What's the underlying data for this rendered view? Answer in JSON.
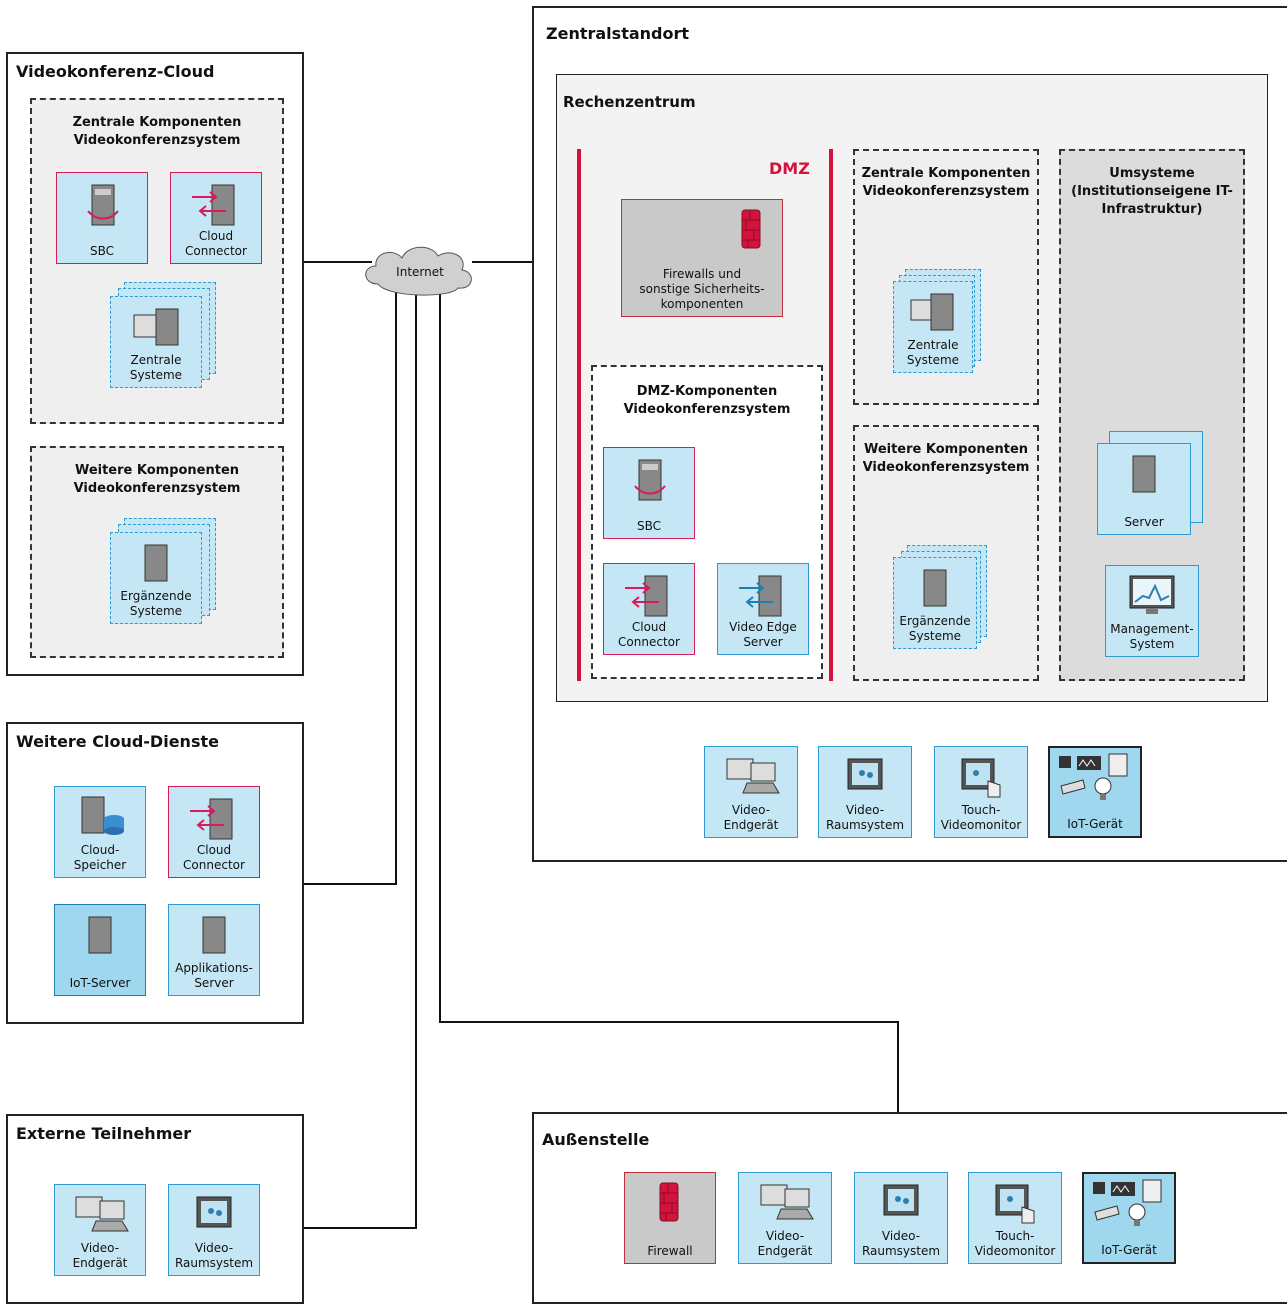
{
  "cloud": {
    "title": "Videokonferenz-Cloud",
    "central": {
      "title": "Zentrale Komponenten\nVideokonferenzsystem",
      "sbc": "SBC",
      "connector": "Cloud\nConnector",
      "systems": "Zentrale\nSysteme"
    },
    "further": {
      "title": "Weitere Komponenten\nVideokonferenzsystem",
      "systems": "Ergänzende\nSysteme"
    }
  },
  "internet": {
    "label": "Internet"
  },
  "services": {
    "title": "Weitere Cloud-Dienste",
    "storage": "Cloud-\nSpeicher",
    "connector": "Cloud\nConnector",
    "iot_server": "IoT-Server",
    "app_server": "Applikations-\nServer"
  },
  "external": {
    "title": "Externe Teilnehmer",
    "endpoint": "Video-\nEndgerät",
    "room": "Video-\nRaumsystem"
  },
  "central_site": {
    "title": "Zentralstandort",
    "datacenter": {
      "title": "Rechenzentrum",
      "dmz": {
        "label": "DMZ",
        "firewall": "Firewalls und\nsonstige Sicherheits-\nkomponenten",
        "components_title": "DMZ-Komponenten\nVideokonferenzsystem",
        "sbc": "SBC",
        "connector": "Cloud\nConnector",
        "edge": "Video Edge\nServer"
      },
      "central_components": {
        "title": "Zentrale Komponenten\nVideokonferenzsystem",
        "systems": "Zentrale\nSysteme"
      },
      "further_components": {
        "title": "Weitere Komponenten\nVideokonferenzsystem",
        "systems": "Ergänzende\nSysteme"
      },
      "umsysteme": {
        "title": "Umsysteme\n(Institutionseigene IT-\nInfrastruktur)",
        "server": "Server",
        "management": "Management-\nSystem"
      }
    },
    "devices": {
      "endpoint": "Video-\nEndgerät",
      "room": "Video-\nRaumsystem",
      "touch": "Touch-\nVideomonitor",
      "iot": "IoT-Gerät"
    }
  },
  "branch": {
    "title": "Außenstelle",
    "firewall": "Firewall",
    "endpoint": "Video-\nEndgerät",
    "room": "Video-\nRaumsystem",
    "touch": "Touch-\nVideomonitor",
    "iot": "IoT-Gerät"
  },
  "colors": {
    "dmz_red": "#d2143c",
    "tile_blue": "#c5e7f5",
    "tile_border": "#2d9bcf",
    "accent_magenta": "#d91b5c"
  }
}
